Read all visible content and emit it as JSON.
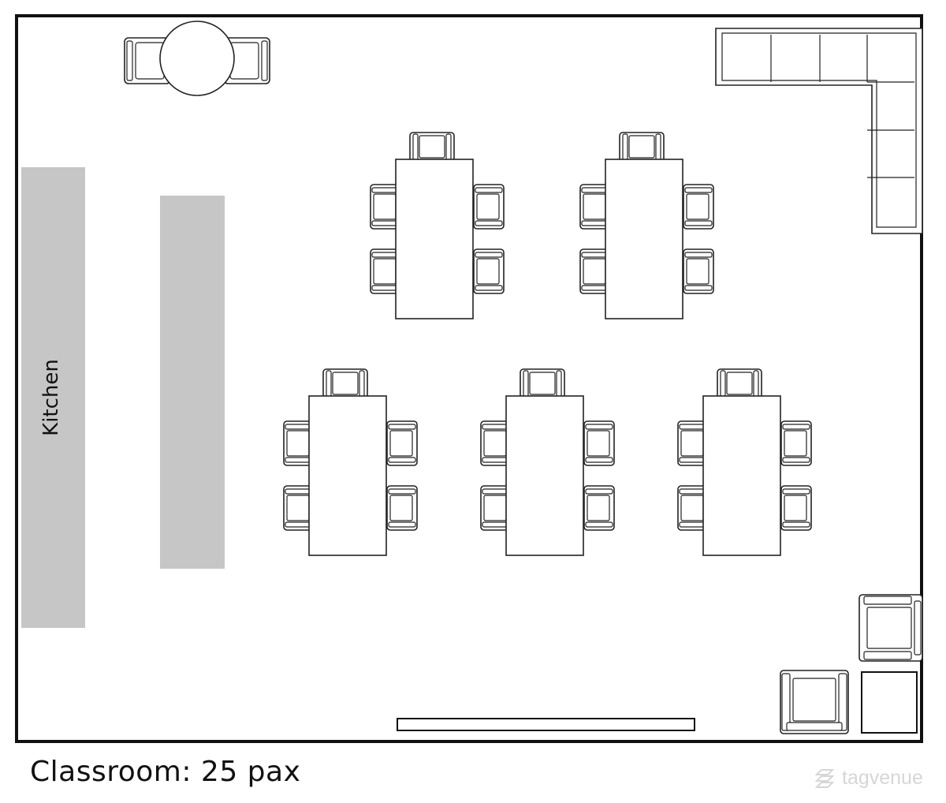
{
  "plan": {
    "kitchen_label": "Kitchen",
    "caption": "Classroom: 25 pax"
  },
  "watermark": {
    "brand": "tagvenue",
    "icon": "tagvenue-logo-icon"
  },
  "colors": {
    "wall": "#111111",
    "counter": "#c6c6c6",
    "line": "#222222"
  }
}
